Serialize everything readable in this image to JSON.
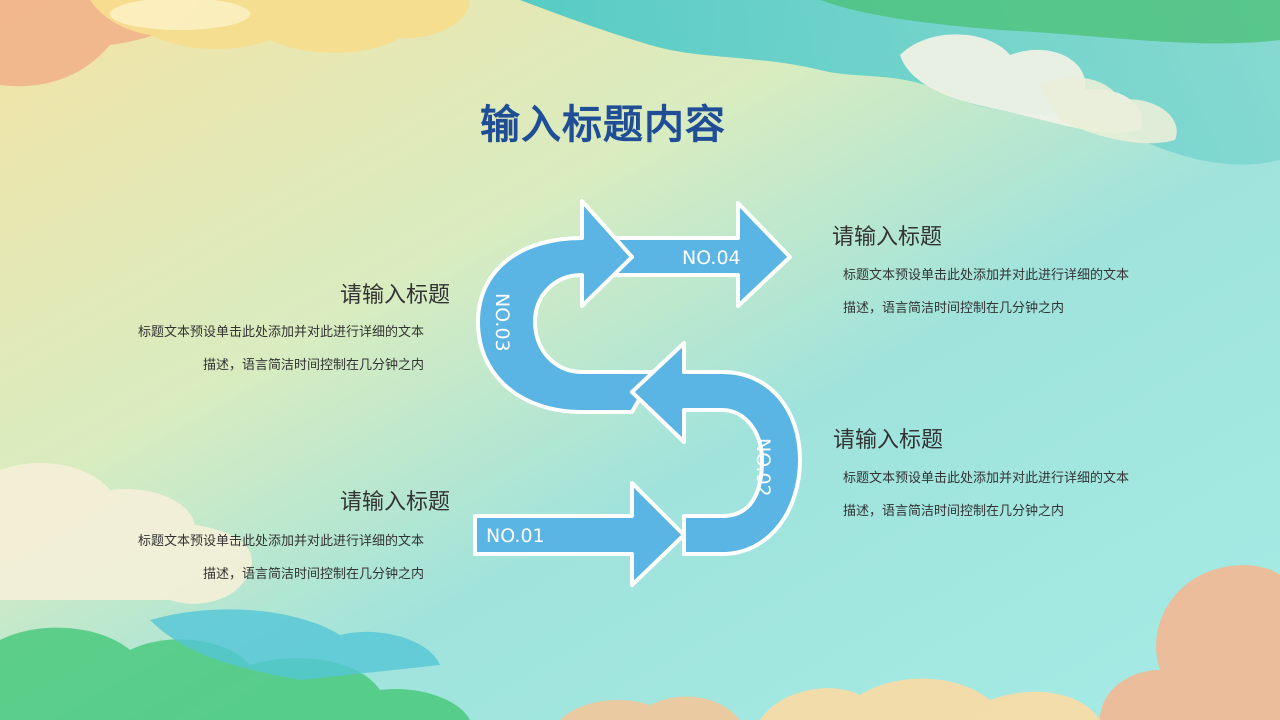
{
  "title": "输入标题内容",
  "steps": [
    {
      "label": "NO.01",
      "heading": "请输入标题",
      "desc_line1": "标题文本预设单击此处添加并对此进行详细的文本",
      "desc_line2": "描述，语言简洁时间控制在几分钟之内"
    },
    {
      "label": "NO.02",
      "heading": "请输入标题",
      "desc_line1": "标题文本预设单击此处添加并对此进行详细的文本",
      "desc_line2": "描述，语言简洁时间控制在几分钟之内"
    },
    {
      "label": "NO.03",
      "heading": "请输入标题",
      "desc_line1": "标题文本预设单击此处添加并对此进行详细的文本",
      "desc_line2": "描述，语言简洁时间控制在几分钟之内"
    },
    {
      "label": "NO.04",
      "heading": "请输入标题",
      "desc_line1": "标题文本预设单击此处添加并对此进行详细的文本",
      "desc_line2": "描述，语言简洁时间控制在几分钟之内"
    }
  ],
  "colors": {
    "arrow": "#5ab4e4",
    "arrow_outline": "#ffffff",
    "title": "#1f4e97",
    "text": "#333333"
  }
}
